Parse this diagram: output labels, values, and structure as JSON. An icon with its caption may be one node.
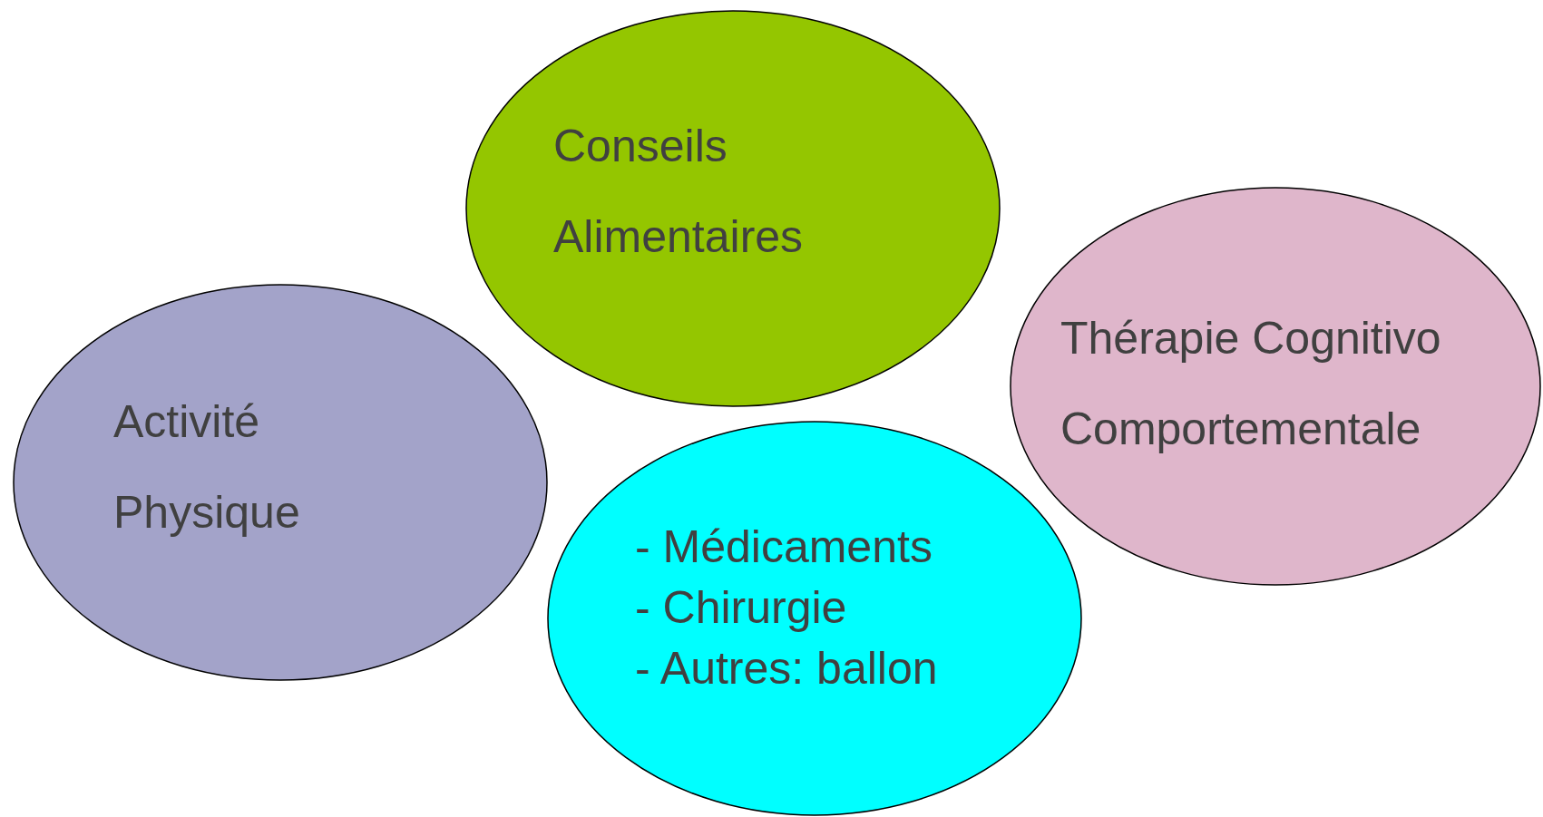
{
  "diagram": {
    "nodes": [
      {
        "text": [
          "Conseils Alimentaires"
        ]
      },
      {
        "text": [
          "Activité Physique"
        ]
      },
      {
        "text": [
          "Thérapie Cognitivo Comportementale"
        ]
      },
      {
        "text": [
          "- Médicaments",
          "- Chirurgie",
          "- Autres: ballon"
        ]
      }
    ]
  }
}
